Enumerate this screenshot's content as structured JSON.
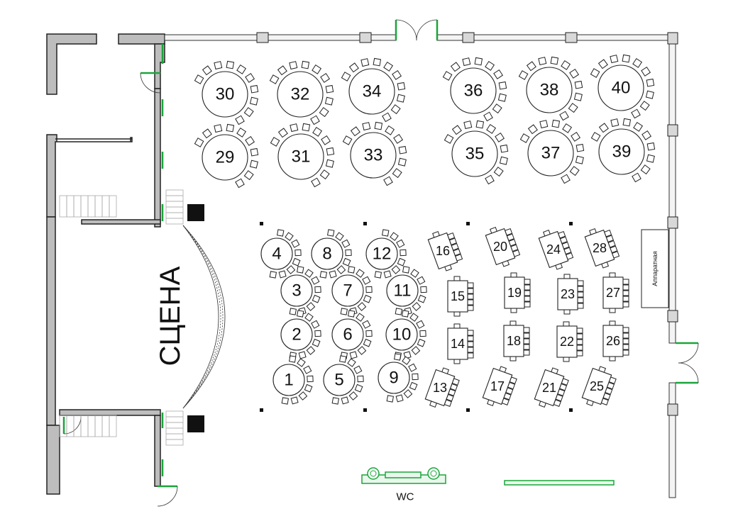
{
  "stage_label": "СЦЕНА",
  "control_room_label": "Аппаратная",
  "wc_label": "WC",
  "round_tables_large": [
    {
      "label": "30"
    },
    {
      "label": "32"
    },
    {
      "label": "34"
    },
    {
      "label": "36"
    },
    {
      "label": "38"
    },
    {
      "label": "40"
    },
    {
      "label": "29"
    },
    {
      "label": "31"
    },
    {
      "label": "33"
    },
    {
      "label": "35"
    },
    {
      "label": "37"
    },
    {
      "label": "39"
    }
  ],
  "round_tables_small": [
    {
      "label": "4"
    },
    {
      "label": "8"
    },
    {
      "label": "12"
    },
    {
      "label": "3"
    },
    {
      "label": "7"
    },
    {
      "label": "11"
    },
    {
      "label": "2"
    },
    {
      "label": "6"
    },
    {
      "label": "10"
    },
    {
      "label": "1"
    },
    {
      "label": "5"
    },
    {
      "label": "9"
    }
  ],
  "rect_tables": [
    {
      "label": "16"
    },
    {
      "label": "20"
    },
    {
      "label": "24"
    },
    {
      "label": "28"
    },
    {
      "label": "15"
    },
    {
      "label": "19"
    },
    {
      "label": "23"
    },
    {
      "label": "27"
    },
    {
      "label": "14"
    },
    {
      "label": "18"
    },
    {
      "label": "22"
    },
    {
      "label": "26"
    },
    {
      "label": "13"
    },
    {
      "label": "17"
    },
    {
      "label": "21"
    },
    {
      "label": "25"
    }
  ]
}
